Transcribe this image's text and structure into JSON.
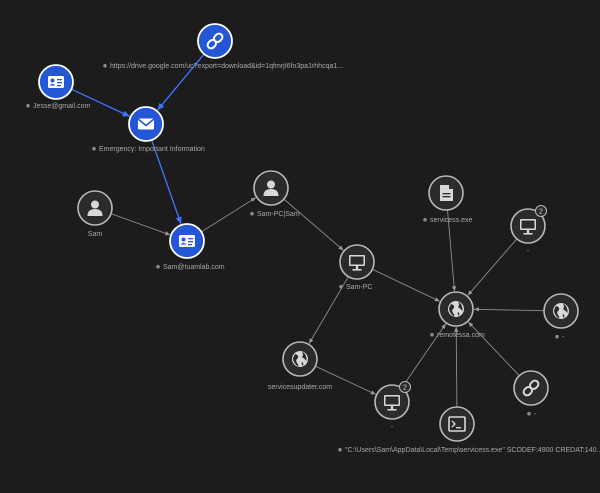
{
  "graph": {
    "colors": {
      "background": "#1c1c1c",
      "edge": "#8c8c8c",
      "edge_selected": "#3f74ff",
      "node_selected_fill": "#2456d6",
      "node_fill": "#2b2b2b"
    },
    "nodes": [
      {
        "id": "link1",
        "icon": "link-icon",
        "selected": true,
        "label": "https://drive.google.com/uc?export=download&id=1qfmrjI6fn3pa1rhhcqa1..."
      },
      {
        "id": "contact_jesse",
        "icon": "contact-card-icon",
        "selected": true,
        "label": "Jesse@gmail.com"
      },
      {
        "id": "email",
        "icon": "envelope-icon",
        "selected": true,
        "label": "Emergency: Important Information"
      },
      {
        "id": "person_sam",
        "icon": "person-icon",
        "selected": false,
        "label": "Sam"
      },
      {
        "id": "contact_sam",
        "icon": "contact-card-icon",
        "selected": true,
        "label": "Sam@tuamlab.com"
      },
      {
        "id": "person_sampc",
        "icon": "person-icon",
        "selected": false,
        "label": "Sam-PC|Sam"
      },
      {
        "id": "host_sampc",
        "icon": "monitor-icon",
        "selected": false,
        "label": "Sam-PC"
      },
      {
        "id": "file_svc",
        "icon": "file-icon",
        "selected": false,
        "label": "servicess.exe"
      },
      {
        "id": "host_2",
        "icon": "monitor-icon",
        "selected": false,
        "label": "-",
        "badge": "2"
      },
      {
        "id": "domain_remote",
        "icon": "globe-icon",
        "selected": false,
        "label": "remotessa.com"
      },
      {
        "id": "domain_dash",
        "icon": "globe-icon",
        "selected": false,
        "label": "-"
      },
      {
        "id": "domain_updater",
        "icon": "globe-icon",
        "selected": false,
        "label": "servicesupdater.com"
      },
      {
        "id": "host_3",
        "icon": "monitor-icon",
        "selected": false,
        "label": "-",
        "badge": "2"
      },
      {
        "id": "link2",
        "icon": "link-icon",
        "selected": false,
        "label": "-"
      },
      {
        "id": "process",
        "icon": "terminal-icon",
        "selected": false,
        "label": "\"C:\\Users\\Sam\\AppData\\Local\\Temp\\servicess.exe\" SCODEF:4900 CREDAT:140..."
      }
    ],
    "edges": [
      {
        "from": "link1",
        "to": "email",
        "selected": true
      },
      {
        "from": "contact_jesse",
        "to": "email",
        "selected": true
      },
      {
        "from": "email",
        "to": "contact_sam",
        "selected": true
      },
      {
        "from": "person_sam",
        "to": "contact_sam",
        "selected": false
      },
      {
        "from": "contact_sam",
        "to": "person_sampc",
        "selected": false
      },
      {
        "from": "person_sampc",
        "to": "host_sampc",
        "selected": false
      },
      {
        "from": "host_sampc",
        "to": "domain_remote",
        "selected": false
      },
      {
        "from": "host_sampc",
        "to": "domain_updater",
        "selected": false
      },
      {
        "from": "file_svc",
        "to": "domain_remote",
        "selected": false
      },
      {
        "from": "host_2",
        "to": "domain_remote",
        "selected": false
      },
      {
        "from": "domain_dash",
        "to": "domain_remote",
        "selected": false
      },
      {
        "from": "host_3",
        "to": "domain_remote",
        "selected": false
      },
      {
        "from": "link2",
        "to": "domain_remote",
        "selected": false
      },
      {
        "from": "process",
        "to": "domain_remote",
        "selected": false
      },
      {
        "from": "domain_updater",
        "to": "host_3",
        "selected": false
      }
    ]
  }
}
